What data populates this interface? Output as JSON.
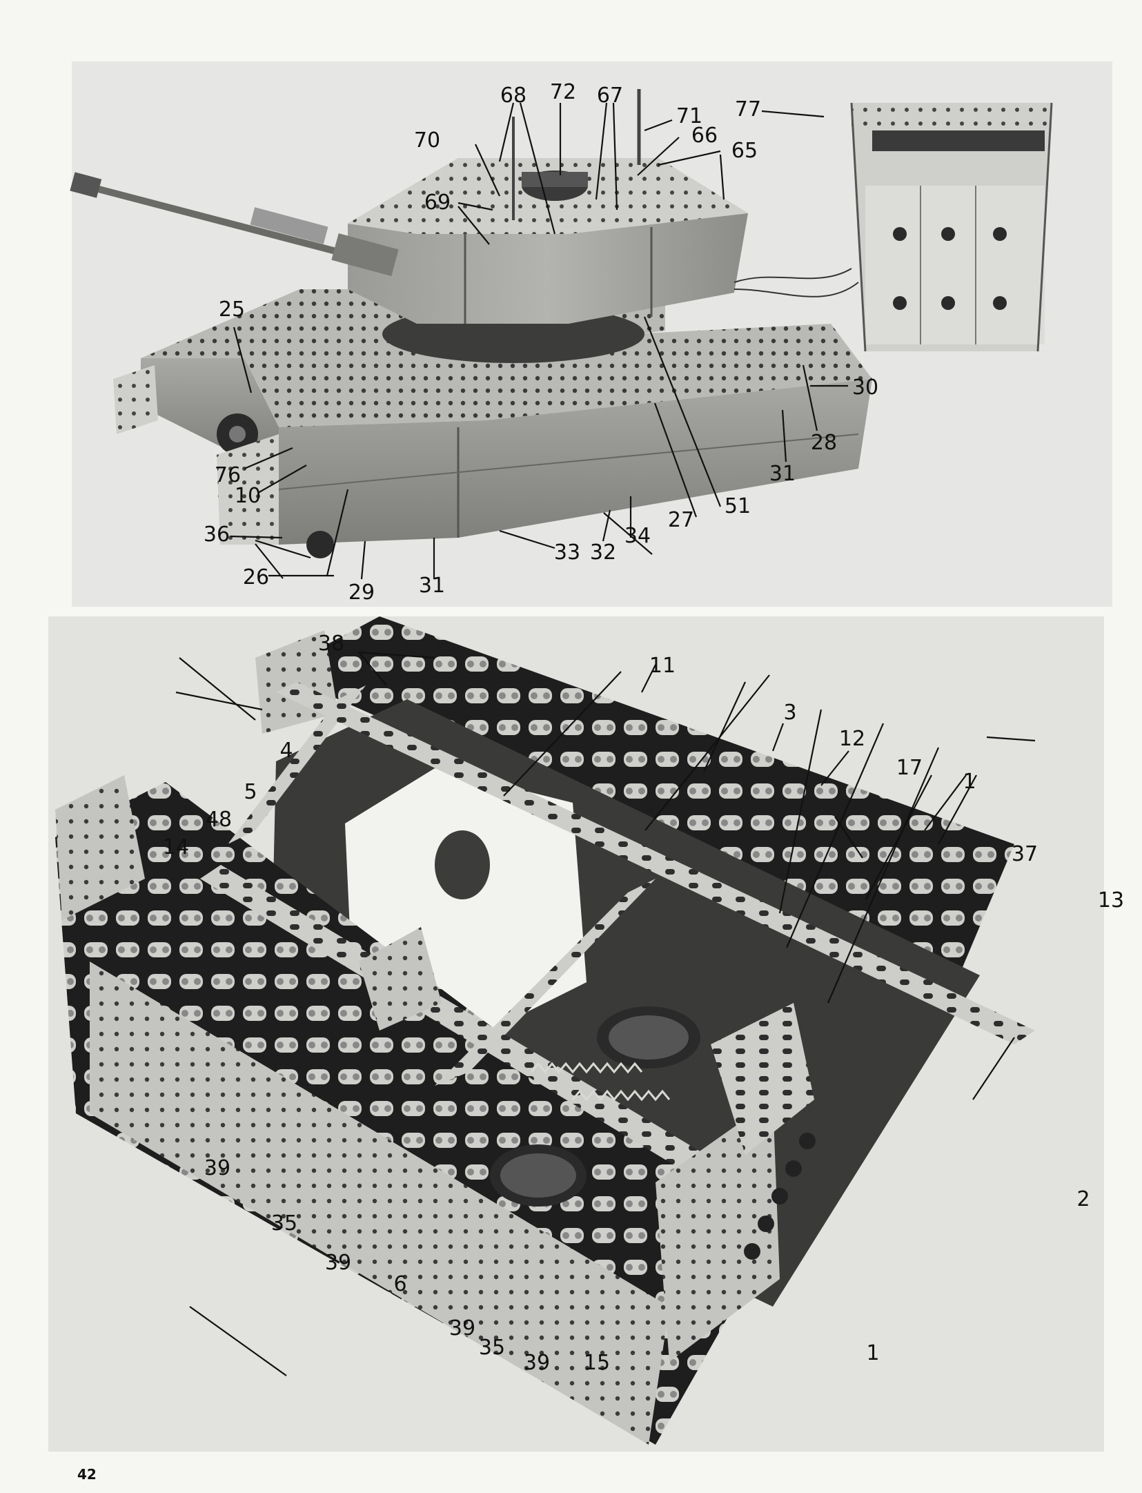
{
  "page": {
    "number": "42"
  },
  "top_photo": {
    "labels": {
      "l68": "68",
      "l72": "72",
      "l67": "67",
      "l71": "71",
      "l77": "77",
      "l70": "70",
      "l66": "66",
      "l65": "65",
      "l69": "69",
      "l25": "25",
      "l30": "30",
      "l28": "28",
      "l76": "76",
      "l31a": "31",
      "l10": "10",
      "l51": "51",
      "l27": "27",
      "l36": "36",
      "l34": "34",
      "l32": "32",
      "l33": "33",
      "l26": "26",
      "l29": "29",
      "l31b": "31"
    }
  },
  "bottom_photo": {
    "labels": {
      "l38": "38",
      "l11": "11",
      "l3": "3",
      "l12": "12",
      "l4": "4",
      "l17": "17",
      "l1a": "1",
      "l5": "5",
      "l48": "48",
      "l37": "37",
      "l14": "14",
      "l13": "13",
      "l2": "2",
      "l39a": "39",
      "l35a": "35",
      "l39b": "39",
      "l6": "6",
      "l39c": "39",
      "l35b": "35",
      "l39d": "39",
      "l15": "15",
      "l1b": "1"
    }
  }
}
